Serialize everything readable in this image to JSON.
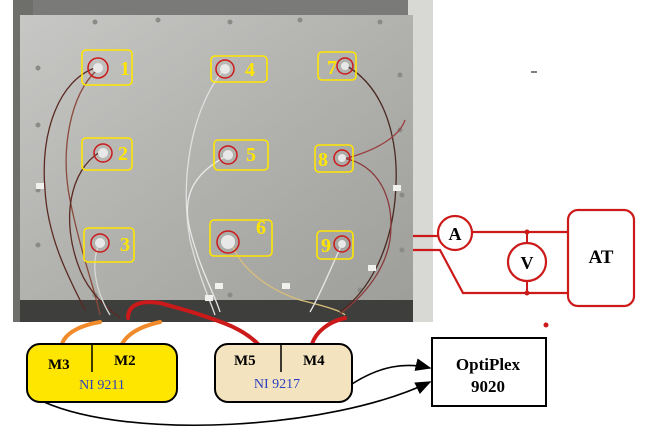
{
  "sensors": [
    {
      "id": "sensor-1",
      "label": "1"
    },
    {
      "id": "sensor-2",
      "label": "2"
    },
    {
      "id": "sensor-3",
      "label": "3"
    },
    {
      "id": "sensor-4",
      "label": "4"
    },
    {
      "id": "sensor-5",
      "label": "5"
    },
    {
      "id": "sensor-6",
      "label": "6"
    },
    {
      "id": "sensor-7",
      "label": "7"
    },
    {
      "id": "sensor-8",
      "label": "8"
    },
    {
      "id": "sensor-9",
      "label": "9"
    }
  ],
  "instruments": {
    "ammeter": "A",
    "voltmeter": "V",
    "source": "AT"
  },
  "modules": {
    "ni9211": {
      "name": "NI 9211",
      "left": "M3",
      "right": "M2"
    },
    "ni9217": {
      "name": "NI 9217",
      "left": "M5",
      "right": "M4"
    }
  },
  "computer": {
    "line1": "OptiPlex",
    "line2": "9020"
  },
  "colors": {
    "label_yellow": "#ffe600",
    "wire_red": "#cc1a1a",
    "wire_orange": "#f08a2a",
    "ni9211_fill": "#ffe600",
    "ni9217_fill": "#f3e3bf",
    "module_name_blue": "#2a3fc0"
  }
}
